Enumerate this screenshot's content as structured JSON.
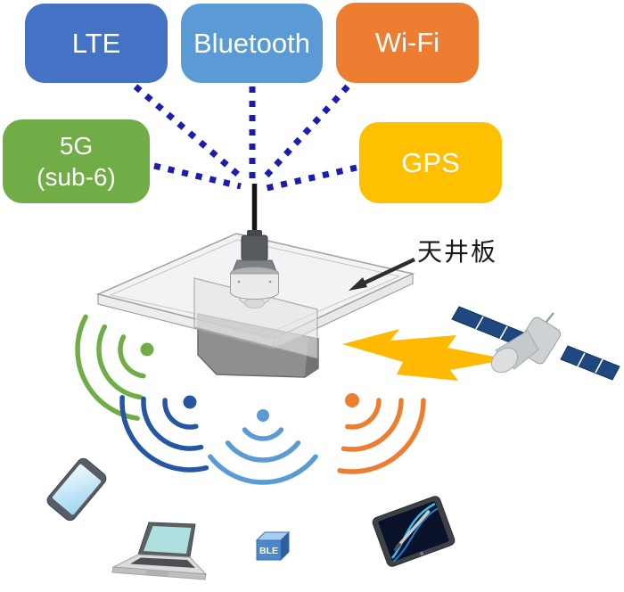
{
  "diagram": {
    "description": "Ceiling-mounted multiband antenna concept diagram",
    "tech_boxes": [
      {
        "label": "LTE",
        "color": "#4472C4"
      },
      {
        "label": "Bluetooth",
        "color": "#5B9BD5"
      },
      {
        "label": "Wi-Fi",
        "color": "#ED7D31"
      },
      {
        "label_lines": [
          "5G",
          "(sub-6)"
        ],
        "color": "#70AD47"
      },
      {
        "label": "GPS",
        "color": "#FFC000"
      }
    ],
    "annotations": {
      "ceiling_board_label": "天井板"
    },
    "ble_beacon": {
      "label": "BLE"
    },
    "icons": {
      "antenna-unit-icon": "ceiling antenna with cable",
      "satellite-icon": "GPS satellite with solar panels and horn",
      "lightning-bolt-icon": "satellite link bolt",
      "smartphone-icon": "smartphone",
      "laptop-icon": "laptop",
      "tablet-icon": "tablet with stylus",
      "signal-arcs": [
        "green",
        "dark-blue",
        "light-blue",
        "orange"
      ]
    },
    "colors": {
      "dotted_link": "#1C1CB0",
      "signal_green": "#70AD47",
      "signal_dark_blue": "#2456A4",
      "signal_light_blue": "#5B9BD5",
      "signal_orange": "#ED7D31",
      "lightning_bolt": "#FFB900",
      "satellite_panel": "#1F4780",
      "cable": "#141414"
    }
  }
}
